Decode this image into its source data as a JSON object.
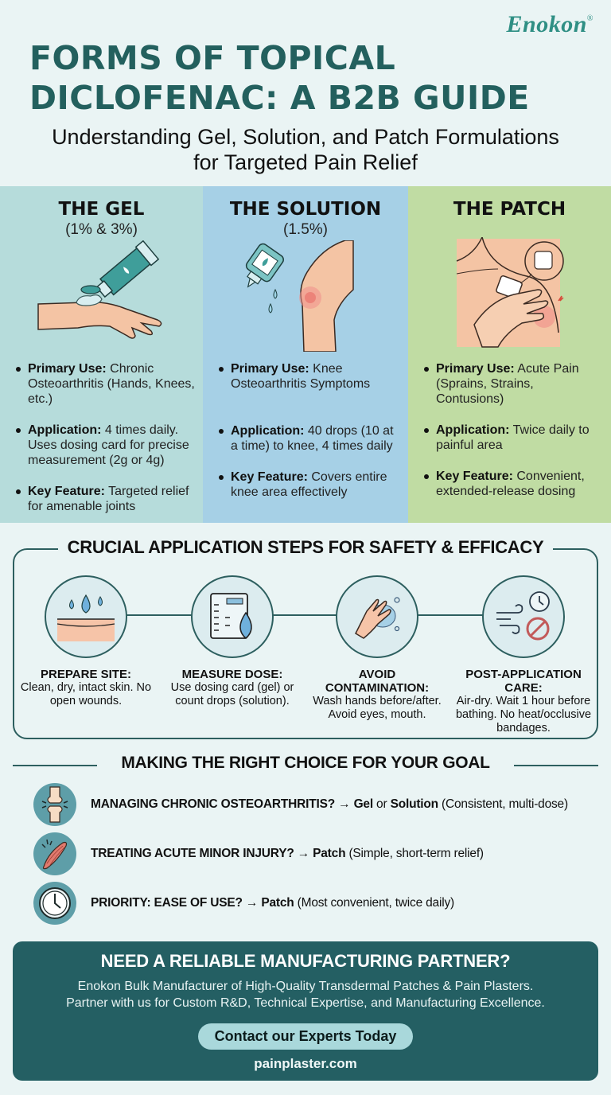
{
  "brand": {
    "name": "Enokon",
    "mark": "®"
  },
  "header": {
    "title_line1": "FORMS OF TOPICAL",
    "title_line2": "DICLOFENAC: A B2B GUIDE",
    "subtitle_line1": "Understanding Gel, Solution, and Patch Formulations",
    "subtitle_line2": "for Targeted Pain Relief"
  },
  "columns": [
    {
      "title": "THE GEL",
      "subtitle": "(1% & 3%)",
      "illustration": "gel-tube-on-hand-icon",
      "color": "#b6dcdb",
      "bullets": [
        {
          "label": "Primary Use:",
          "text": " Chronic Osteoarthritis (Hands, Knees, etc.)"
        },
        {
          "label": "Application:",
          "text": " 4 times daily. Uses dosing card for precise measurement (2g or 4g)"
        },
        {
          "label": "Key Feature:",
          "text": " Targeted relief for amenable joints"
        }
      ]
    },
    {
      "title": "THE SOLUTION",
      "subtitle": "(1.5%)",
      "illustration": "dropper-bottle-on-knee-icon",
      "color": "#a6d0e6",
      "bullets": [
        {
          "label": "Primary Use:",
          "text": " Knee Osteoarthritis Symptoms"
        },
        {
          "label": "Application:",
          "text": " 40 drops (10 at a time) to knee, 4 times daily"
        },
        {
          "label": "Key Feature:",
          "text": " Covers entire knee area effectively"
        }
      ]
    },
    {
      "title": "THE PATCH",
      "subtitle": "",
      "illustration": "patch-on-shoulder-icon",
      "color": "#c0dca3",
      "bullets": [
        {
          "label": "Primary Use:",
          "text": " Acute Pain (Sprains, Strains, Contusions)"
        },
        {
          "label": "Application:",
          "text": " Twice daily to painful area"
        },
        {
          "label": "Key Feature:",
          "text": " Convenient, extended-release dosing"
        }
      ]
    }
  ],
  "steps": {
    "title": "CRUCIAL APPLICATION STEPS FOR SAFETY & EFFICACY",
    "items": [
      {
        "icon": "skin-water-drops-icon",
        "head": "PREPARE SITE:",
        "text": "Clean, dry, intact skin. No open wounds."
      },
      {
        "icon": "dosing-card-drop-icon",
        "head": "MEASURE DOSE:",
        "text": "Use dosing card (gel) or count drops (solution)."
      },
      {
        "icon": "hand-washing-icon",
        "head": "AVOID CONTAMINATION:",
        "text": "Wash hands before/after. Avoid eyes, mouth."
      },
      {
        "icon": "air-dry-clock-no-icon",
        "head": "POST-APPLICATION CARE:",
        "text": "Air-dry. Wait 1 hour before bathing. No heat/occlusive bandages."
      }
    ]
  },
  "choice": {
    "title": "MAKING THE RIGHT CHOICE FOR YOUR GOAL",
    "rows": [
      {
        "icon": "knee-joint-icon",
        "question": "MANAGING CHRONIC OSTEOARTHRITIS?",
        "arrow": " → ",
        "answer1": "Gel",
        "joiner": " or ",
        "answer2": "Solution",
        "note": " (Consistent, multi-dose)"
      },
      {
        "icon": "muscle-strain-icon",
        "question": "TREATING ACUTE MINOR INJURY?",
        "arrow": " → ",
        "answer1": "Patch",
        "joiner": "",
        "answer2": "",
        "note": " (Simple, short-term relief)"
      },
      {
        "icon": "clock-icon",
        "question": "PRIORITY: EASE OF USE?",
        "arrow": " → ",
        "answer1": "Patch",
        "joiner": "",
        "answer2": "",
        "note": " (Most convenient, twice daily)"
      }
    ]
  },
  "cta": {
    "title": "NEED A RELIABLE MANUFACTURING PARTNER?",
    "body_line1": "Enokon Bulk Manufacturer of High-Quality Transdermal Patches & Pain Plasters.",
    "body_line2": "Partner with us for Custom R&D, Technical Expertise, and Manufacturing Excellence.",
    "button": "Contact our Experts Today",
    "url": "painplaster.com"
  },
  "colors": {
    "background": "#eaf4f4",
    "title_teal": "#23605e",
    "brand_teal": "#2f8f84",
    "gel_column": "#b6dcdb",
    "solution_column": "#a6d0e6",
    "patch_column": "#c0dca3",
    "cta_background": "#245f63",
    "cta_button": "#a9d8db"
  }
}
